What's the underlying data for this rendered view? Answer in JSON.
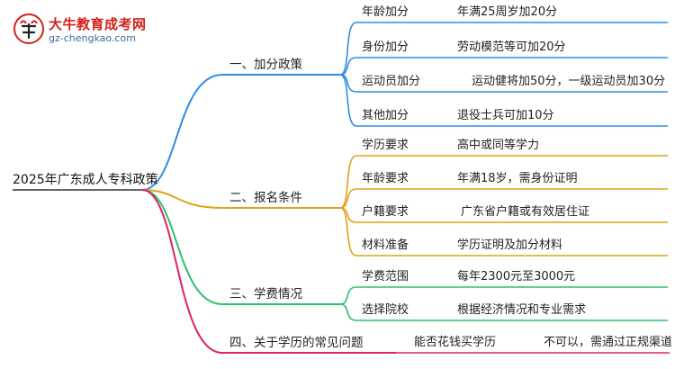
{
  "logo": {
    "name": "大牛教育成考网",
    "url": "gz-chengkao.com"
  },
  "root": "2025年广东成人专科政策",
  "colors": {
    "branch1": "#2f8be6",
    "branch2": "#e0a21a",
    "branch3": "#2fbf6a",
    "branch4": "#e0206a"
  },
  "branches": [
    {
      "label": "一、加分政策",
      "items": [
        {
          "label": "年龄加分",
          "value": "年满25周岁加20分"
        },
        {
          "label": "身份加分",
          "value": "劳动模范等可加20分"
        },
        {
          "label": "运动员加分",
          "value": "运动健将加50分，一级运动员加30分"
        },
        {
          "label": "其他加分",
          "value": "退役士兵可加10分"
        }
      ]
    },
    {
      "label": "二、报名条件",
      "items": [
        {
          "label": "学历要求",
          "value": "高中或同等学力"
        },
        {
          "label": "年龄要求",
          "value": "年满18岁，需身份证明"
        },
        {
          "label": "户籍要求",
          "value": "广东省户籍或有效居住证"
        },
        {
          "label": "材料准备",
          "value": "学历证明及加分材料"
        }
      ]
    },
    {
      "label": "三、学费情况",
      "items": [
        {
          "label": "学费范围",
          "value": "每年2300元至3000元"
        },
        {
          "label": "选择院校",
          "value": "根据经济情况和专业需求"
        }
      ]
    },
    {
      "label": "四、关于学历的常见问题",
      "items": [
        {
          "label": "能否花钱买学历",
          "value": "不可以，需通过正规渠道"
        }
      ]
    }
  ]
}
